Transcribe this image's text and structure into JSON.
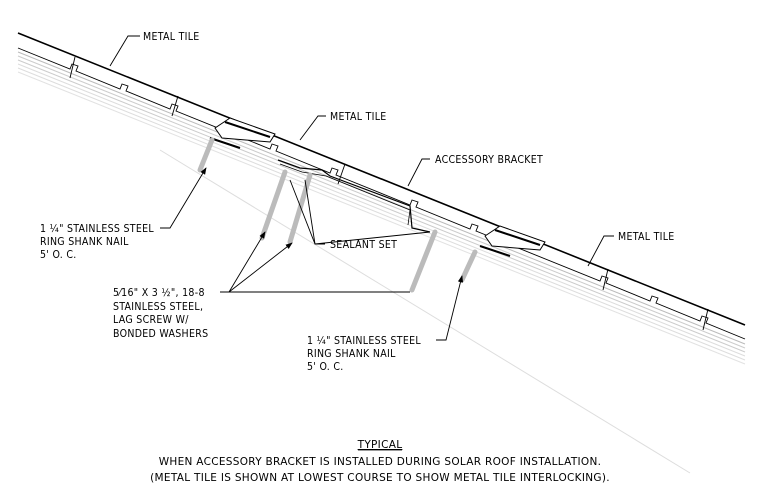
{
  "labels": {
    "metal_tile_1": "METAL TILE",
    "metal_tile_2": "METAL TILE",
    "metal_tile_3": "METAL TILE",
    "accessory_bracket": "ACCESSORY BRACKET",
    "sealant_set": "SEALANT SET",
    "nail_left": [
      "1 ¼\" STAINLESS STEEL",
      "RING SHANK NAIL",
      "5' O. C."
    ],
    "nail_right": [
      "1 ¼\" STAINLESS STEEL",
      "RING SHANK NAIL",
      "5' O. C."
    ],
    "lag_screw": [
      "5⁄16\" X 3 ½\", 18-8",
      "STAINLESS STEEL,",
      "LAG SCREW W/",
      "BONDED WASHERS"
    ]
  },
  "caption": {
    "title": "TYPICAL",
    "line1": "WHEN ACCESSORY BRACKET IS INSTALLED DURING SOLAR ROOF INSTALLATION.",
    "line2": "(METAL TILE IS SHOWN AT LOWEST COURSE TO SHOW METAL TILE INTERLOCKING)."
  }
}
